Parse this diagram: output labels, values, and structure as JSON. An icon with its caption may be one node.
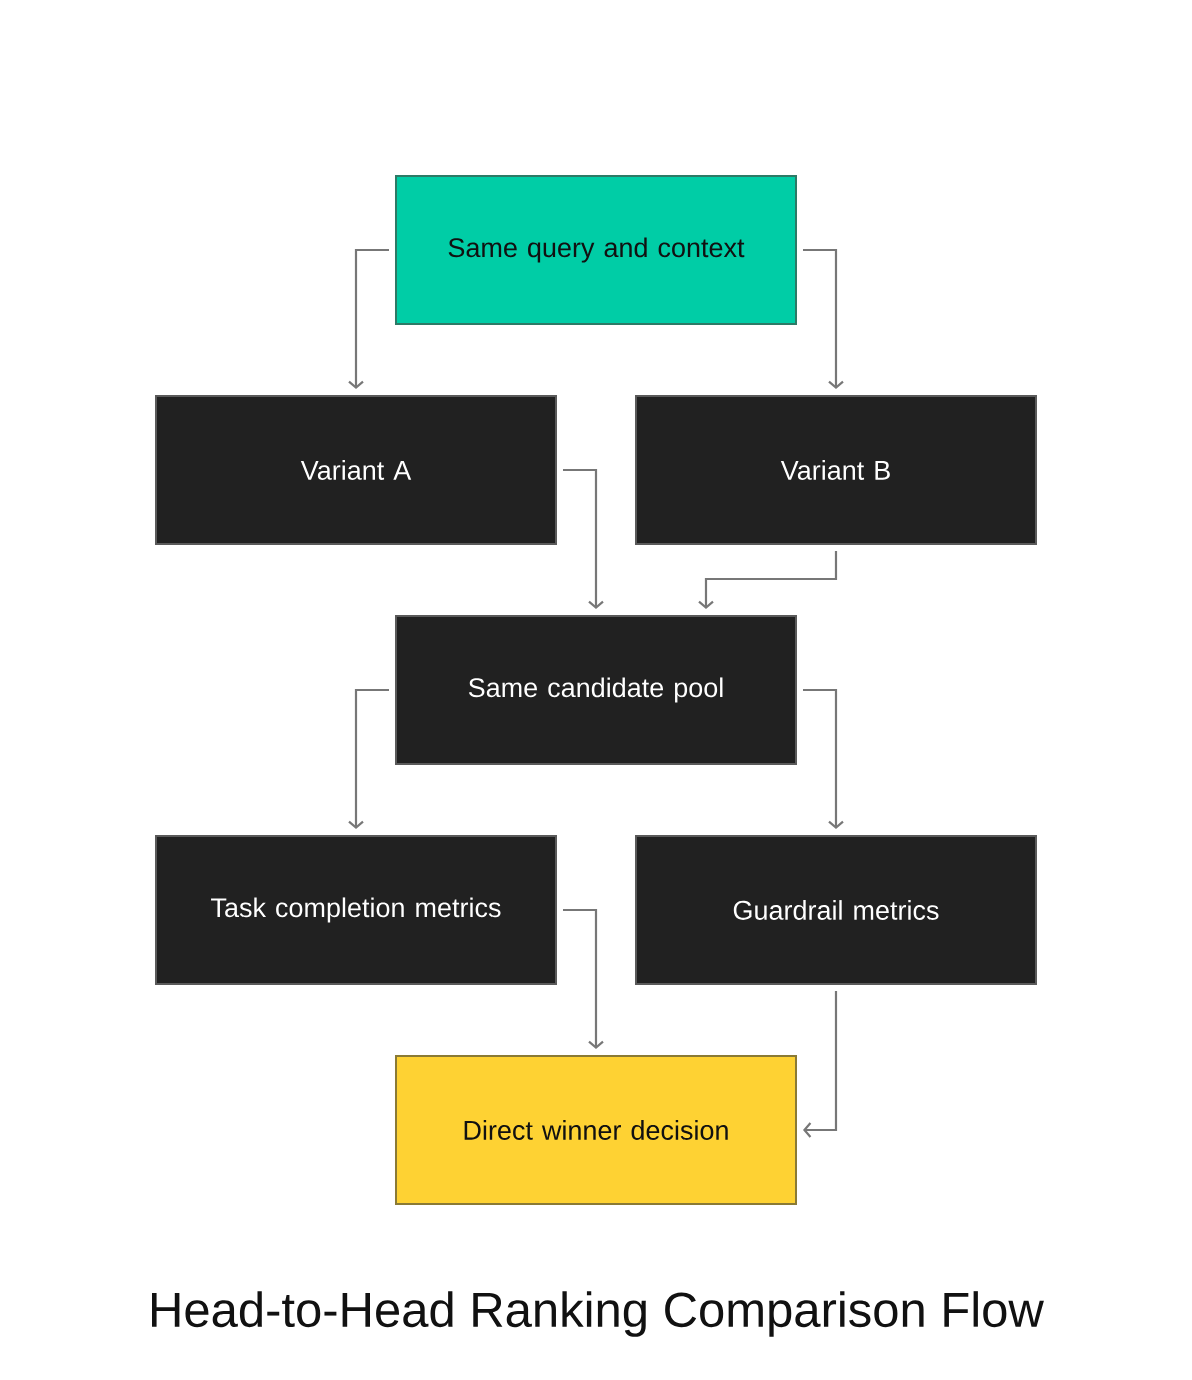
{
  "diagram": {
    "title": "Head-to-Head Ranking Comparison Flow",
    "nodes": [
      {
        "text": [
          "Same query and context"
        ]
      },
      {
        "text": [
          "Variant A"
        ]
      },
      {
        "text": [
          "Variant B"
        ]
      },
      {
        "text": [
          "Same candidate pool"
        ]
      },
      {
        "text": [
          "Task completion metrics"
        ]
      },
      {
        "text": [
          "Guardrail metrics"
        ]
      },
      {
        "text": [
          "Direct winner decision"
        ]
      }
    ],
    "edges": [
      {
        "from": 0,
        "to": 1,
        "arrow": "to"
      },
      {
        "from": 0,
        "to": 2,
        "arrow": "to"
      },
      {
        "from": 1,
        "to": 3,
        "arrow": "to"
      },
      {
        "from": 2,
        "to": 3,
        "arrow": "to"
      },
      {
        "from": 3,
        "to": 4,
        "arrow": "to"
      },
      {
        "from": 3,
        "to": 5,
        "arrow": "to"
      },
      {
        "from": 4,
        "to": 6,
        "arrow": "to"
      },
      {
        "from": 5,
        "to": 6,
        "arrow": "to"
      }
    ]
  }
}
